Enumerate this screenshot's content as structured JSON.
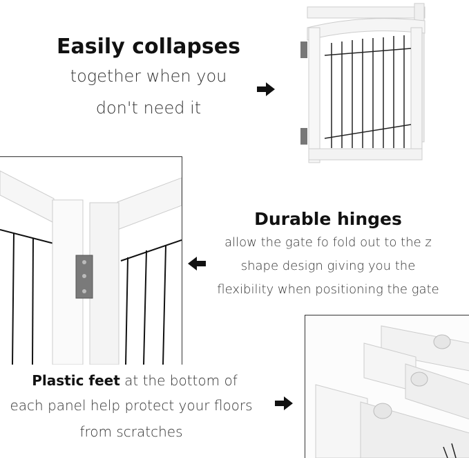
{
  "section_collapse": {
    "title": "Easily collapses",
    "lines": [
      "together when you",
      "don't need it"
    ]
  },
  "section_hinges": {
    "title": "Durable hinges",
    "lines": [
      "allow the gate fo fold out to the z",
      "shape design giving you the",
      "flexibility when positioning the gate"
    ]
  },
  "section_feet": {
    "title": "Plastic feet",
    "line1_rest": " at the bottom of",
    "lines": [
      "each panel help protect your floors",
      "from scratches"
    ]
  },
  "icons": [
    "arrow-right-icon",
    "arrow-left-icon",
    "arrow-right-icon"
  ]
}
